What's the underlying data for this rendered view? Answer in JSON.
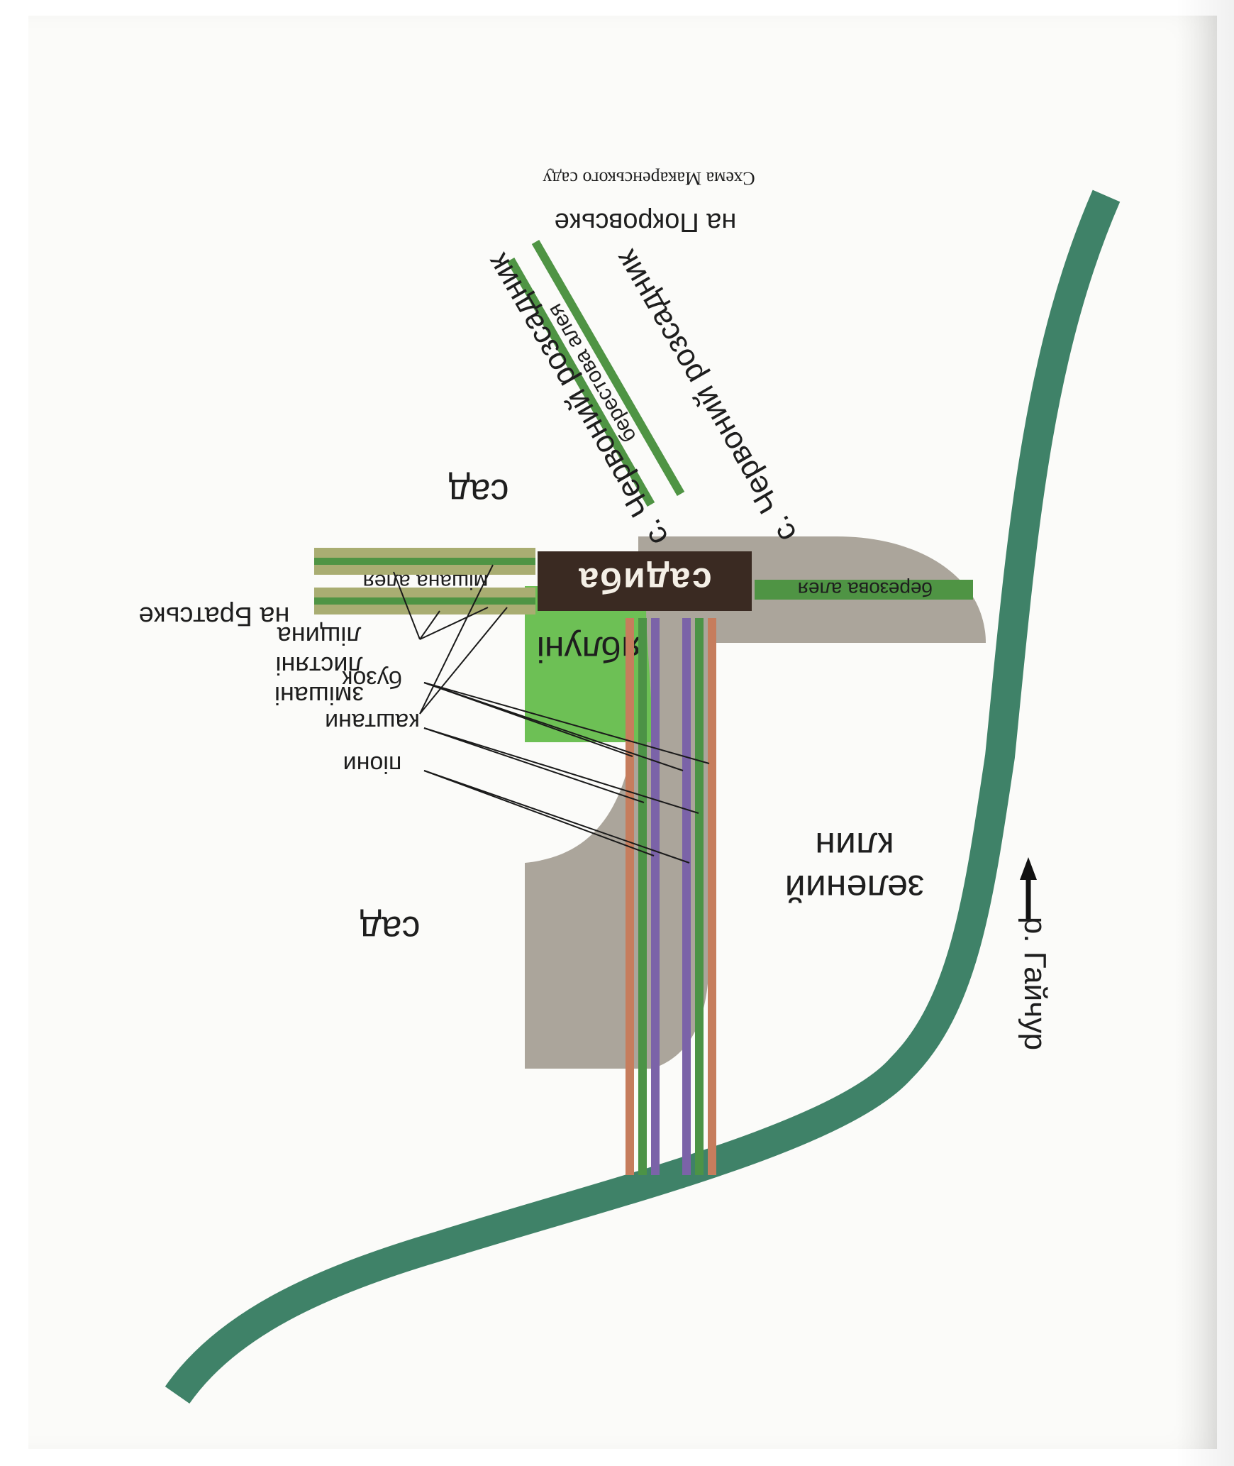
{
  "caption": "Схема Макаренського саду",
  "labels": {
    "to_pokrovske": "на Покровське",
    "village_1": "с. Червоний розсадник",
    "village_2": "с. Червоний розсадник",
    "elm_alley": "берестова алея",
    "garden_top": "сад",
    "garden_bottom": "сад",
    "mixed_group": [
      "змішані",
      "листяні",
      "ліщина"
    ],
    "mixed_alley": "мішана алея",
    "estate": "садиба",
    "birch_alley": "березова алея",
    "to_bratske": "на Братське",
    "apple_trees": "яблуні",
    "green_wedge": [
      "зелений",
      "клин"
    ],
    "river": "р. Гайчур",
    "alley_legend": [
      "піони",
      "каштани",
      "бузок"
    ]
  },
  "colors": {
    "river": "#3f8268",
    "alley_green": "#4f9444",
    "alley_olive": "#a9ad72",
    "estate": "#3a2a22",
    "apples": "#6dc055",
    "wedge": "#aba59b",
    "lilac": "#7b63a8",
    "chestnut_brown": "#c67d5d",
    "peony_green": "#4c9346"
  }
}
